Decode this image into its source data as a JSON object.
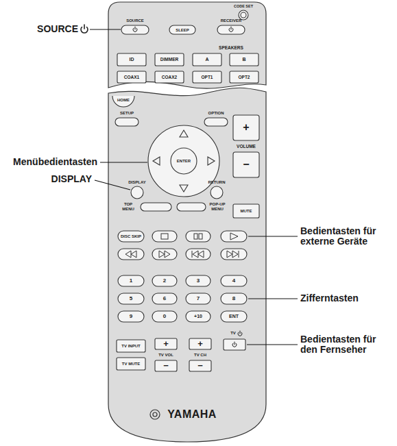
{
  "diagram": {
    "labels": [
      "SOURCE",
      "Menübedientasten",
      "DISPLAY",
      "Bedientasten für externe Geräte",
      "Zifferntasten",
      "Bedientasten für den Fernseher",
      "CODE SET",
      "SOURCE",
      "SLEEP",
      "RECEIVER",
      "SPEAKERS",
      "ID",
      "DIMMER",
      "A",
      "B",
      "COAX1",
      "COAX2",
      "OPT1",
      "OPT2",
      "HOME",
      "SETUP",
      "OPTION",
      "+",
      "VOLUME",
      "−",
      "ENTER",
      "DISPLAY",
      "RETURN",
      "TOP MENU",
      "POP-UP MENU",
      "MUTE",
      "DISC SKIP",
      "1",
      "2",
      "3",
      "4",
      "5",
      "6",
      "7",
      "8",
      "9",
      "0",
      "+10",
      "ENT",
      "TV INPUT",
      "TV VOL",
      "TV CH",
      "TV",
      "TV MUTE",
      "+",
      "−",
      "+",
      "−",
      "YAMAHA"
    ]
  }
}
